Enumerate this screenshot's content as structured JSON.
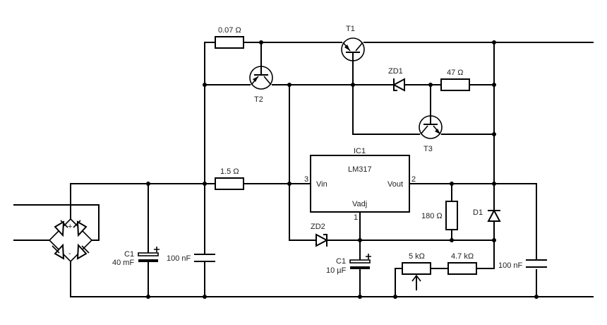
{
  "labels": {
    "r_sense": "0.07 Ω",
    "t1": "T1",
    "t2": "T2",
    "t3": "T3",
    "zd1": "ZD1",
    "r_47": "47 Ω",
    "ic1": "IC1",
    "r_15": "1.5 Ω",
    "lm317": "LM317",
    "vin": "Vin",
    "vout": "Vout",
    "vadj": "Vadj",
    "pin3": "3",
    "pin2": "2",
    "pin1": "1",
    "r_180": "180 Ω",
    "d1": "D1",
    "zd2": "ZD2",
    "c1_left": "C1",
    "c1_left_value": "40 mF",
    "c_100nf_left": "100 nF",
    "c1_mid": "C1",
    "c1_mid_value": "10 µF",
    "pot_5k": "5 kΩ",
    "r_4k7": "4.7 kΩ",
    "c_100nf_right": "100 nF",
    "plus": "+",
    "minus": "-"
  }
}
